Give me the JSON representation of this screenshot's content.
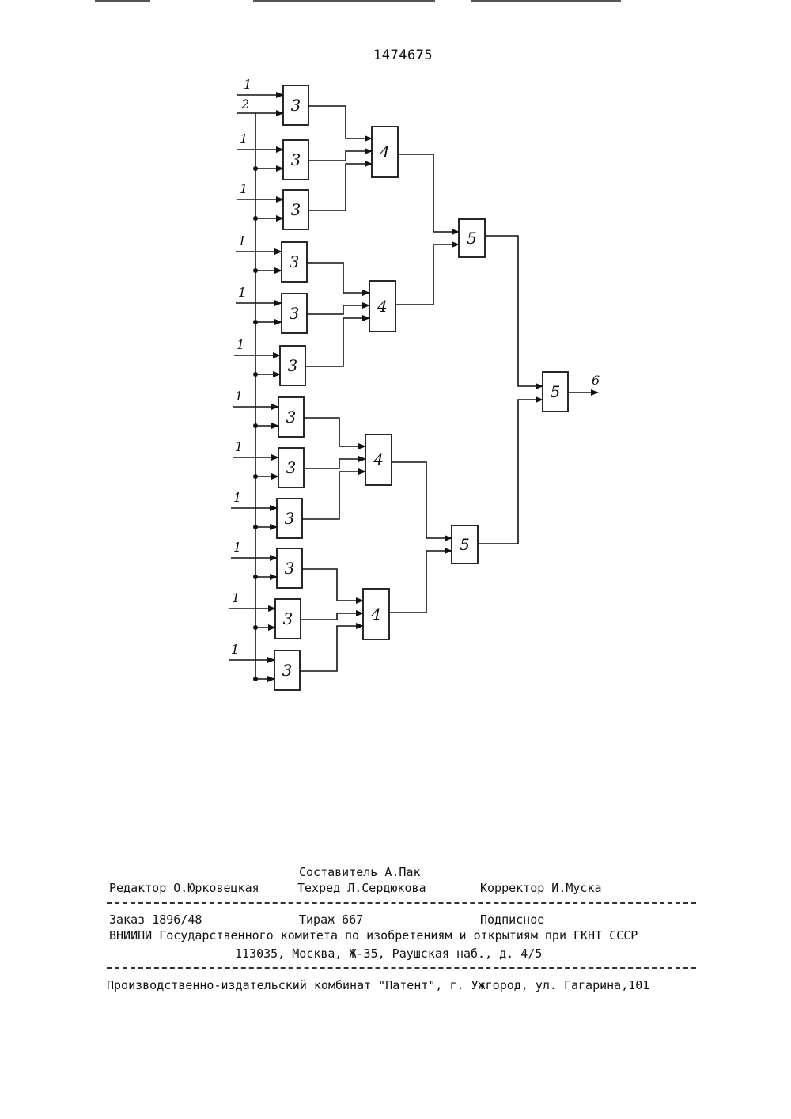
{
  "patent_number": "1474675",
  "diagram": {
    "input_label": "1",
    "common_input_label": "2",
    "output_label": "6",
    "block3_label": "3",
    "block4_label": "4",
    "block5_label": "5"
  },
  "footer": {
    "composer": "Составитель А.Пак",
    "editor": "Редактор О.Юрковецкая",
    "techred": "Техред Л.Сердюкова",
    "corrector": "Корректор И.Муска",
    "order": "Заказ 1896/48",
    "circulation": "Тираж 667",
    "subscription": "Подписное",
    "org_line": "ВНИИПИ Государственного комитета по изобретениям и открытиям при ГКНТ СССР",
    "address": "113035, Москва, Ж-35, Раушская наб., д. 4/5",
    "plant": "Производственно-издательский комбинат \"Патент\", г. Ужгород, ул. Гагарина,101"
  }
}
